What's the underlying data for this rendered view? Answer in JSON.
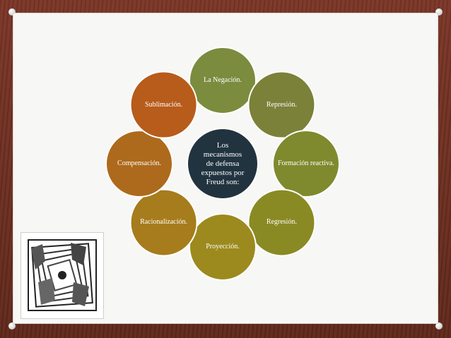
{
  "center": {
    "text": [
      "Los",
      "mecanismos",
      "de defensa",
      "expuestos por",
      "Freud son:"
    ],
    "color": "#223340"
  },
  "nodes": [
    {
      "label": "La Negación.",
      "color": "#7b8c3e"
    },
    {
      "label": "Represión.",
      "color": "#7c8139"
    },
    {
      "label": "Formación reactiva.",
      "color": "#7f8a2e"
    },
    {
      "label": "Regresión.",
      "color": "#8a8a24"
    },
    {
      "label": "Proyección.",
      "color": "#9c8a1e"
    },
    {
      "label": "Racionalización.",
      "color": "#a67c1c"
    },
    {
      "label": "Compensación.",
      "color": "#ad6a1c"
    },
    {
      "label": "Sublimación.",
      "color": "#b75c1b"
    }
  ],
  "arc_colors": [
    "#6a7f35",
    "#738331",
    "#7d8a27",
    "#8c8b20",
    "#9d861c",
    "#a8771c",
    "#b1651b",
    "#b7601c"
  ]
}
